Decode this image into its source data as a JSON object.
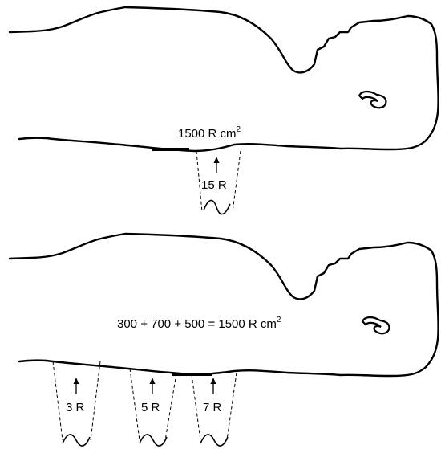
{
  "figure": {
    "top_panel": {
      "dose_area_label": "1500 R cm",
      "dose_area_exponent": "2",
      "fields": [
        {
          "dose_label": "15 R"
        }
      ]
    },
    "bottom_panel": {
      "dose_area_label": "300 + 700 + 500 = 1500 R cm",
      "dose_area_exponent": "2",
      "fields": [
        {
          "dose_label": "3 R"
        },
        {
          "dose_label": "5 R"
        },
        {
          "dose_label": "7 R"
        }
      ]
    }
  }
}
